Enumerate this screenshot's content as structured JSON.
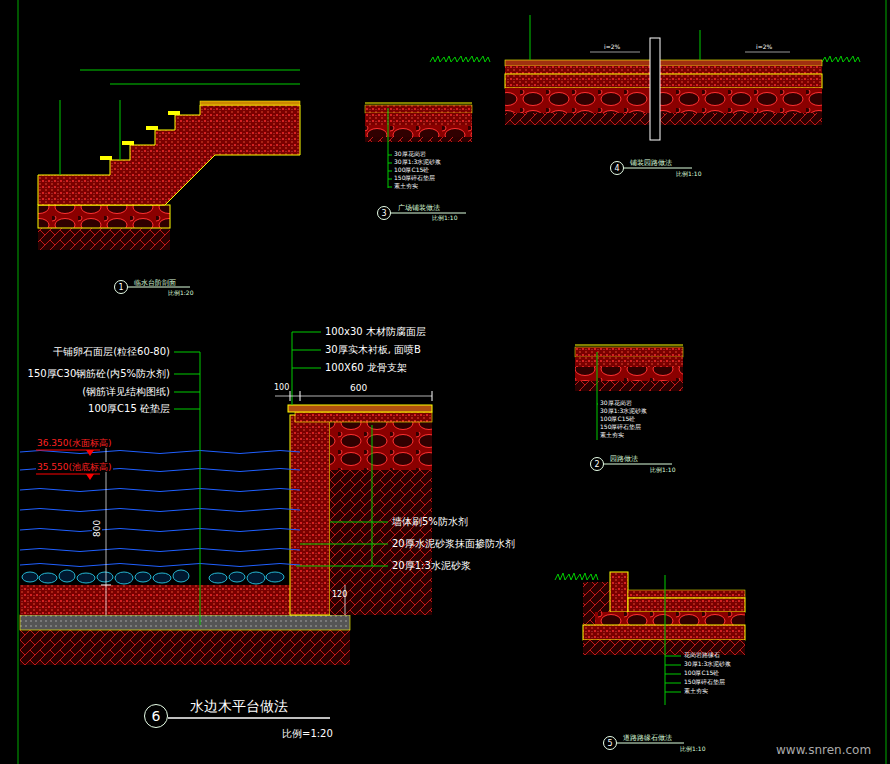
{
  "diagram": {
    "nodes": [
      {
        "text": [
          "1"
        ]
      },
      {
        "text": [
          "3"
        ]
      },
      {
        "text": [
          "4"
        ]
      },
      {
        "text": [
          "2"
        ]
      },
      {
        "text": [
          "6"
        ]
      },
      {
        "text": [
          "5"
        ]
      }
    ],
    "labels": [
      "100x30 木材防腐面层",
      "30厚实木衬板, 面喷B",
      "100X60 龙骨支架",
      "干铺卵石面层(粒径60-80)",
      "150厚C30钢筋砼(内5%防水剂)",
      "(钢筋详见结构图纸)",
      "100厚C15 砼垫层",
      "36.350(水面标高)",
      "35.550(池底标高)",
      "100",
      "600",
      "800",
      "墙体刷5%防水剂",
      "20厚水泥砂浆抹面掺防水剂",
      "20厚1:3水泥砂浆",
      "120",
      "水边木平台做法",
      "比例=1:20",
      "临水台阶剖面",
      "比例1:20",
      "广场铺装做法",
      "比例1:10",
      "铺装园路做法",
      "比例1:10",
      "园路做法",
      "比例1:10",
      "道路路缘石做法",
      "比例1:10",
      "www.snren.com",
      "30厚花岗岩",
      "30厚1:3水泥砂浆",
      "100厚C15砼",
      "150厚碎石垫层",
      "素土夯实",
      "30厚花岗岩",
      "30厚1:3水泥砂浆",
      "100厚C15砼",
      "150厚碎石垫层",
      "素土夯实",
      "花岗岩路缘石",
      "30厚1:3水泥砂浆",
      "100厚C15砼",
      "150厚碎石垫层",
      "素土夯实",
      "i=2%",
      "i=2%"
    ]
  }
}
